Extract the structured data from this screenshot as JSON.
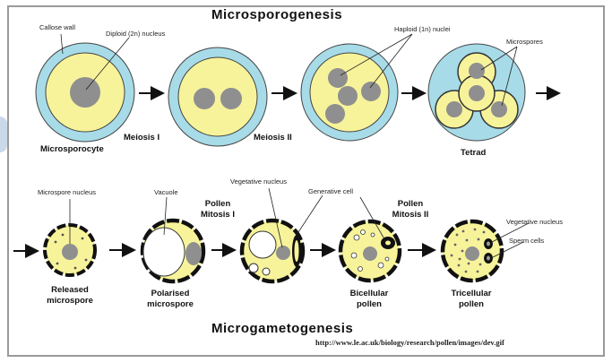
{
  "titles": {
    "top": "Microsporogenesis",
    "bottom": "Microgametogenesis"
  },
  "top_row": {
    "callose_wall": "Callose wall",
    "diploid_nucleus": "Diploid (2n) nucleus",
    "haploid_nuclei": "Haploid (1n) nuclei",
    "microspores": "Microspores",
    "microsporocyte": "Microsporocyte",
    "meiosis_1": "Meiosis I",
    "meiosis_2": "Meiosis II",
    "tetrad": "Tetrad"
  },
  "bottom_row": {
    "microspore_nucleus": "Microspore nucleus",
    "vacuole": "Vacuole",
    "vegetative_nucleus_1": "Vegetative nucleus",
    "generative_cell": "Generative cell",
    "vegetative_nucleus_2": "Vegetative nucleus",
    "sperm_cells": "Sperm cells",
    "pollen_mitosis_1": "Pollen\nMitosis I",
    "pollen_mitosis_2": "Pollen\nMitosis II",
    "released_microspore": "Released\nmicrospore",
    "polarised_microspore": "Polarised\nmicrospore",
    "bicellular_pollen": "Bicellular\npollen",
    "tricellular_pollen": "Tricellular\npollen"
  },
  "source_url": "http://www.le.ac.uk/biology/research/pollen/images/dev.gif",
  "colors": {
    "cytoplasm": "#f7f39a",
    "callose": "#a7dbe8",
    "nucleus": "#8f8f8f",
    "wall": "#111111"
  }
}
